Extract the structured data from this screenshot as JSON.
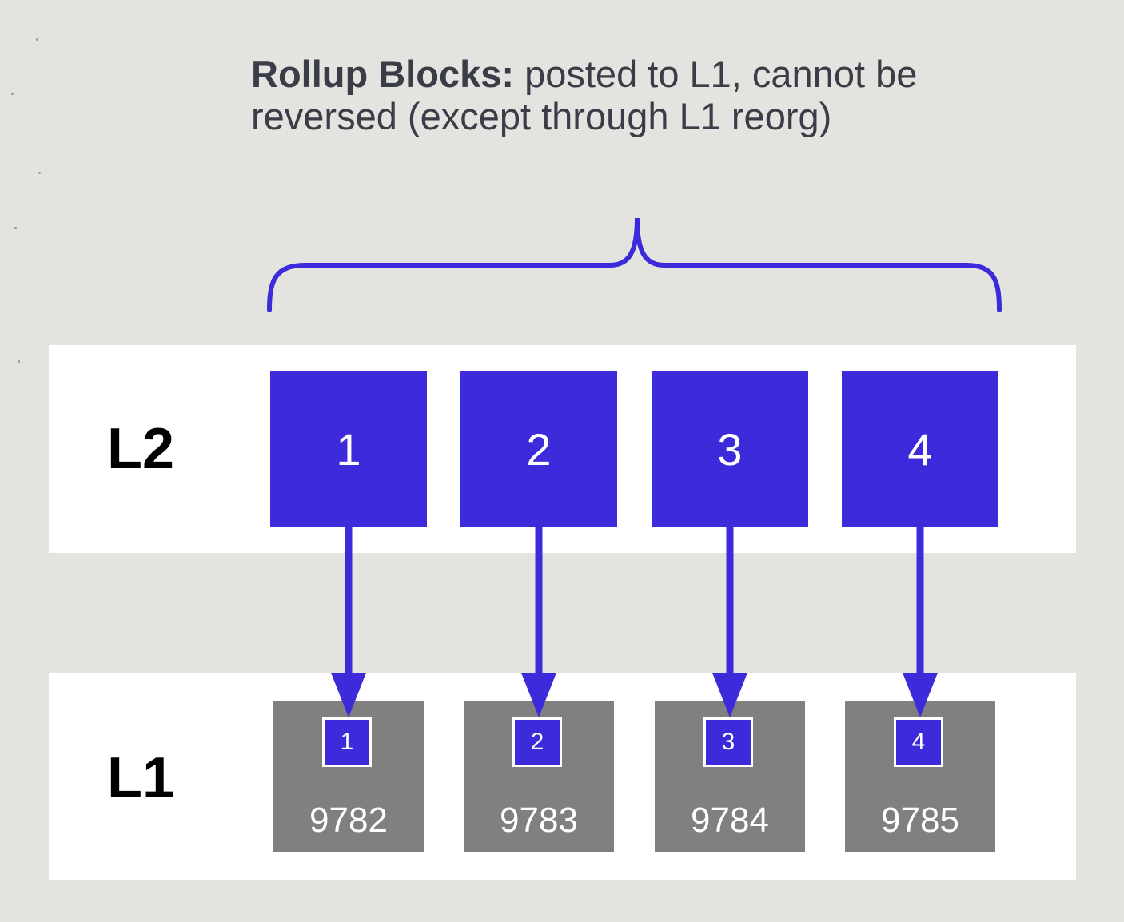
{
  "caption": {
    "bold": "Rollup Blocks:",
    "rest": " posted to L1, cannot be reversed (except through L1 reorg)"
  },
  "lanes": {
    "l2": {
      "label": "L2"
    },
    "l1": {
      "label": "L1"
    }
  },
  "l2_blocks": [
    "1",
    "2",
    "3",
    "4"
  ],
  "l1_blocks": [
    {
      "ref": "1",
      "number": "9782"
    },
    {
      "ref": "2",
      "number": "9783"
    },
    {
      "ref": "3",
      "number": "9784"
    },
    {
      "ref": "4",
      "number": "9785"
    }
  ],
  "colors": {
    "accent": "#3d2bdb",
    "l1_block": "#808080",
    "lane": "#ffffff",
    "background": "#e3e3df",
    "text": "#3a3d47"
  }
}
